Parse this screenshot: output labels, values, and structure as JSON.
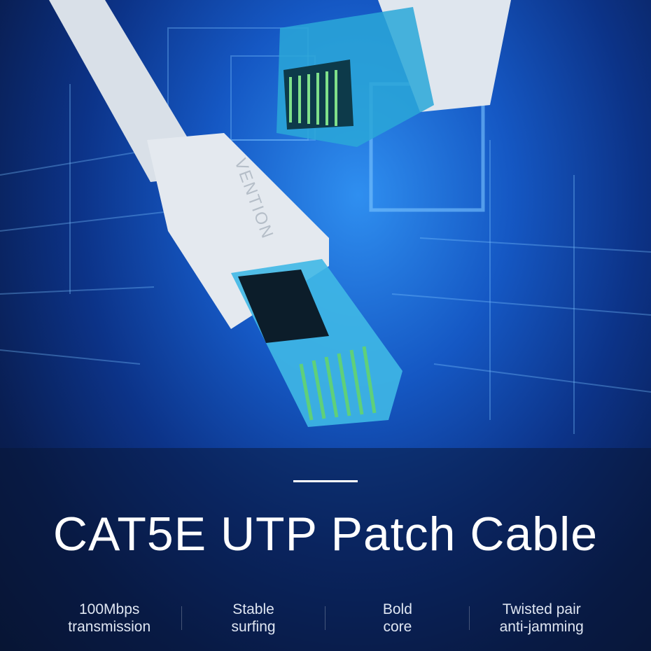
{
  "logo": "VENTION",
  "title": "CAT5E UTP Patch Cable",
  "features": [
    {
      "line1": "100Mbps",
      "line2": "transmission"
    },
    {
      "line1": "Stable",
      "line2": "surfing"
    },
    {
      "line1": "Bold",
      "line2": "core"
    },
    {
      "line1": "Twisted pair",
      "line2": "anti-jamming"
    }
  ],
  "colors": {
    "background": "#0c3388",
    "cable": "#d9e0e8",
    "connector": "#3fb8e6"
  }
}
